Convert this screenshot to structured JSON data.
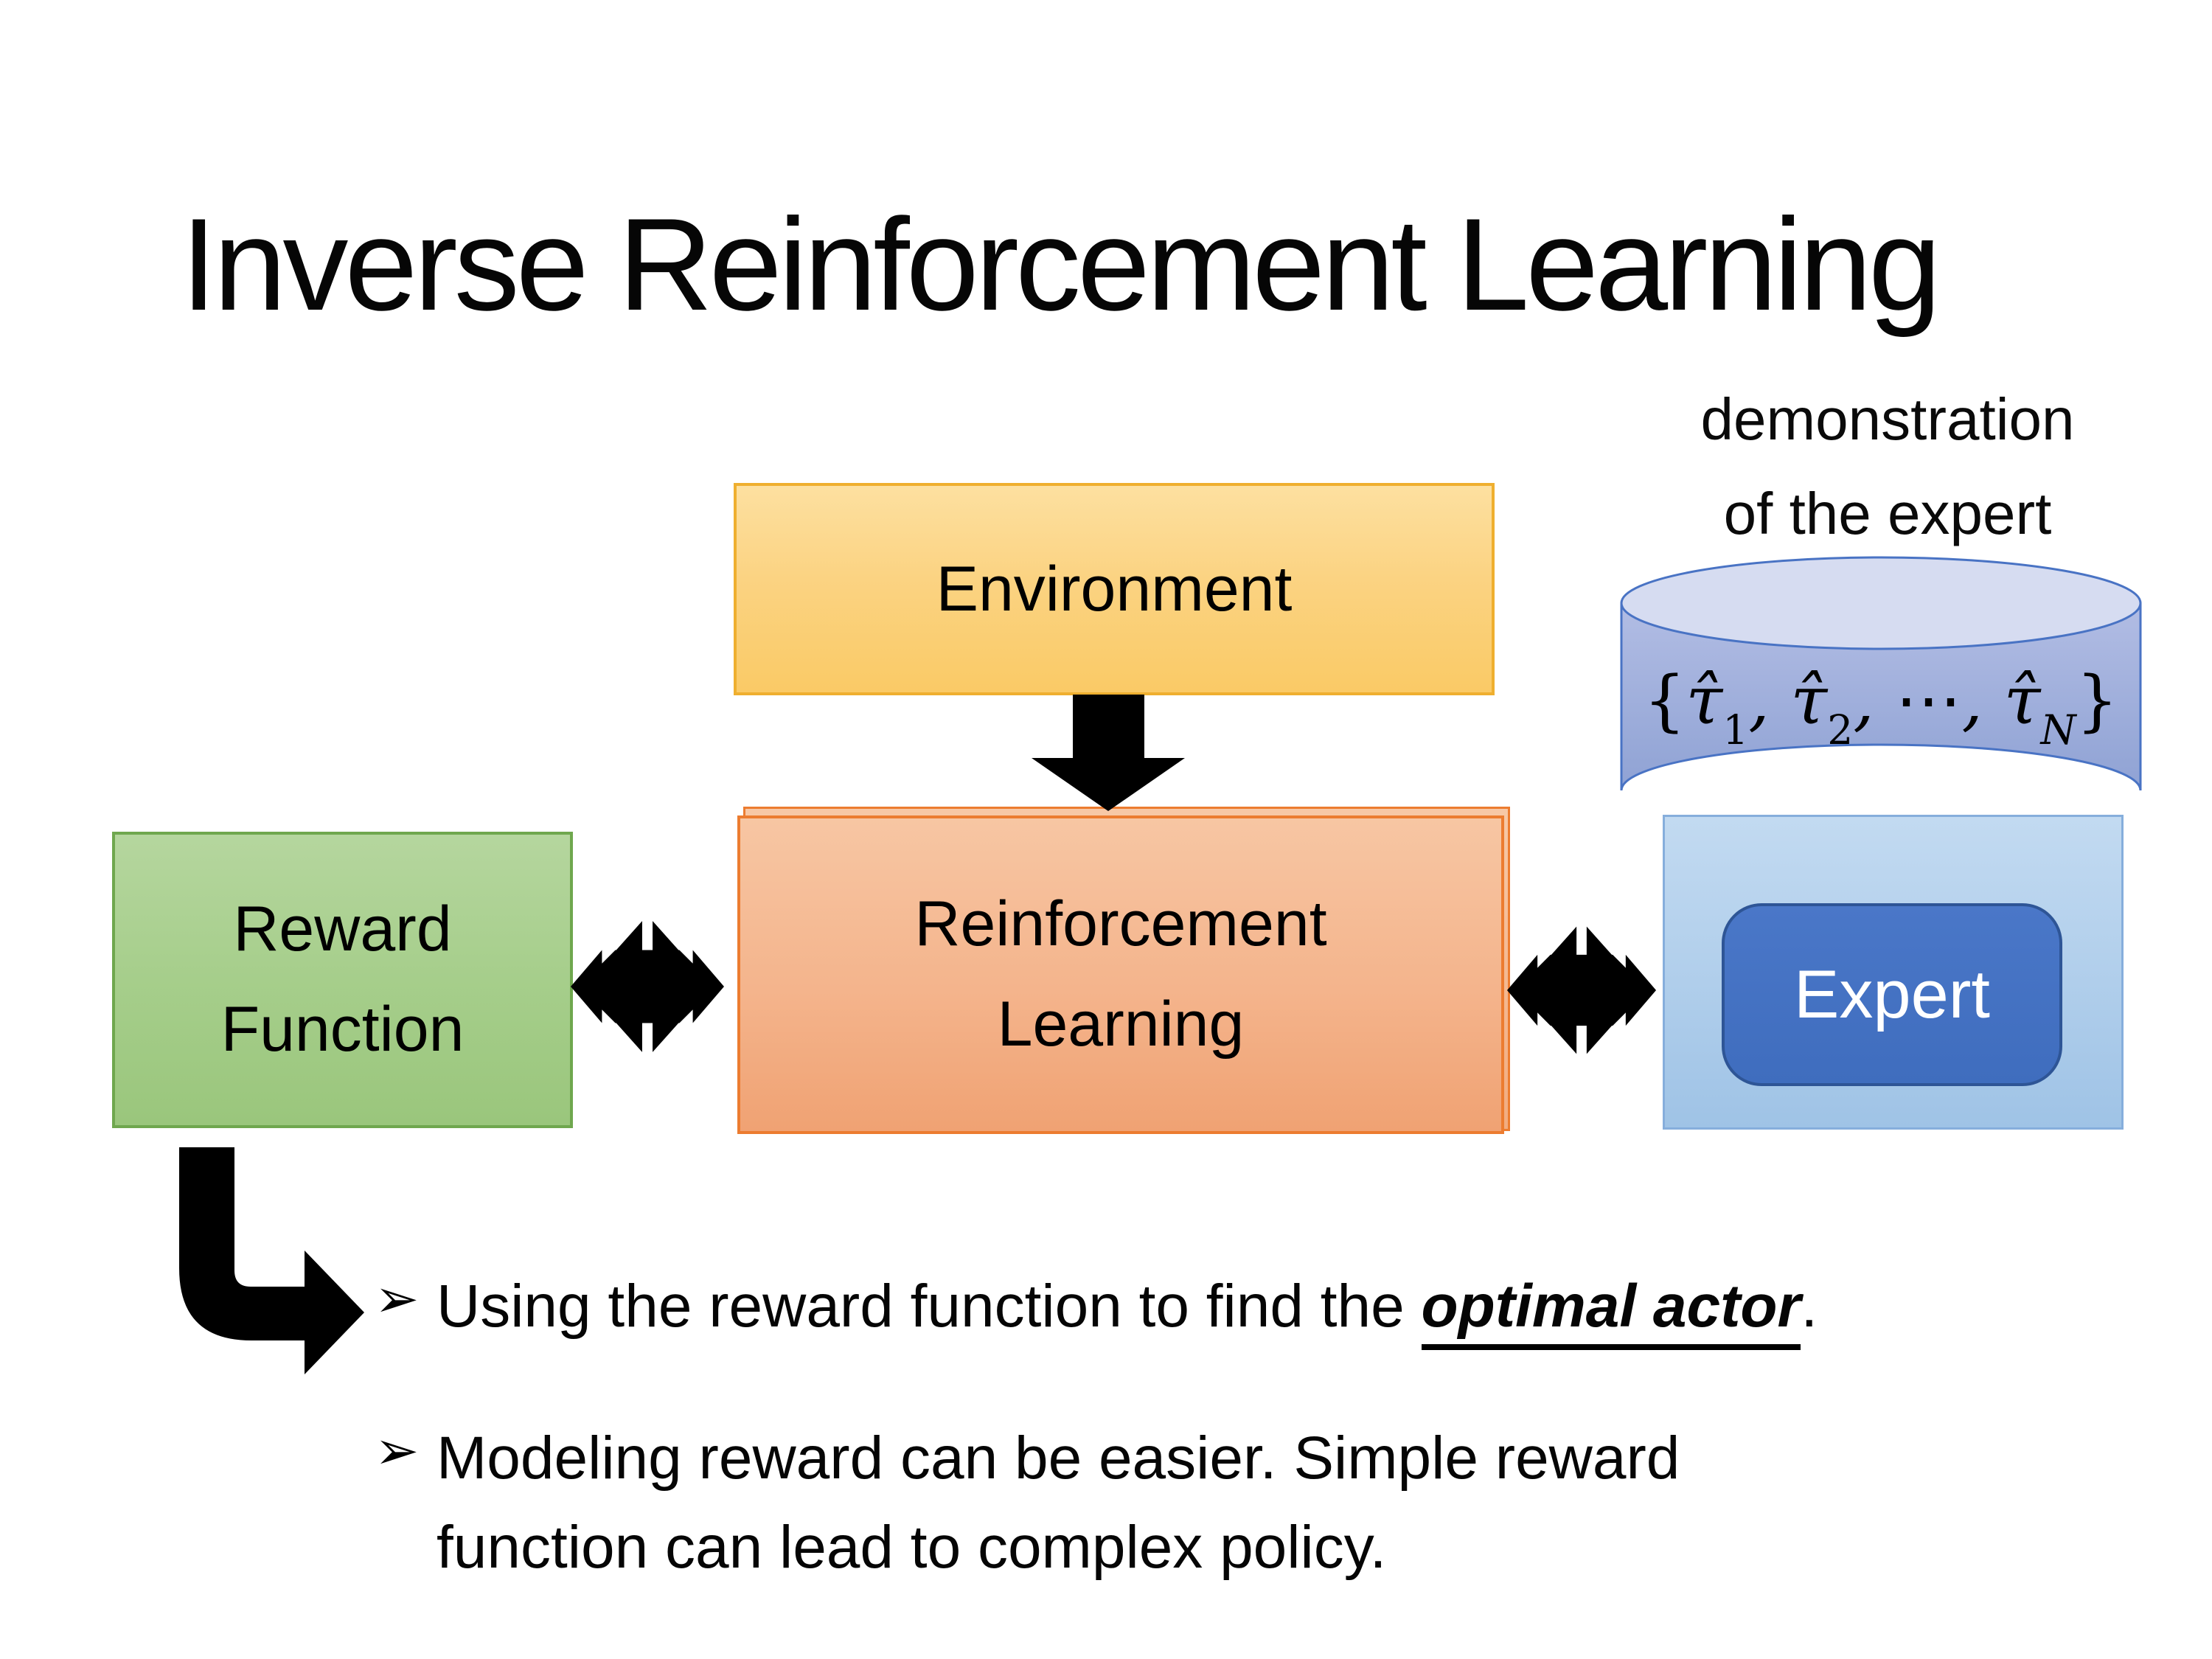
{
  "slide": {
    "title": "Inverse Reinforcement Learning",
    "demo_label": {
      "line1": "demonstration",
      "line2": "of the expert"
    },
    "boxes": {
      "environment": {
        "label": "Environment"
      },
      "reward_function": {
        "line1": "Reward",
        "line2": "Function"
      },
      "reinforcement_learning": {
        "line1": "Reinforcement",
        "line2": "Learning"
      },
      "expert": {
        "label": "Expert"
      }
    },
    "formula": {
      "open": "{",
      "tau_hat": "τ̂",
      "sub1": "1",
      "sep": ", ",
      "sub2": "2",
      "dots": "⋯",
      "subN": "N",
      "close": "}"
    },
    "bullets": {
      "marker": "➢",
      "b1_prefix": "Using the reward function to find the ",
      "b1_emphasis": "optimal actor",
      "b1_suffix": ".",
      "b2_line1": "Modeling reward can be easier. Simple reward",
      "b2_line2": "function can lead to complex policy."
    },
    "colors": {
      "environment_fill": "#FACA66",
      "environment_border": "#EFAF2F",
      "rl_fill": "#F0A273",
      "rl_border": "#EC7C30",
      "reward_fill": "#9AC67C",
      "reward_border": "#6FA74E",
      "expert_container_fill": "#BDD7EE",
      "expert_container_border": "#86AEDC",
      "expert_button_fill": "#4472C4",
      "expert_button_border": "#2E5596",
      "cylinder_body": "#97A8D8",
      "cylinder_top": "#D6DCF1",
      "cylinder_border": "#4973C4",
      "arrow_color": "#000000",
      "text_color": "#000000",
      "background": "#FFFFFF"
    }
  }
}
